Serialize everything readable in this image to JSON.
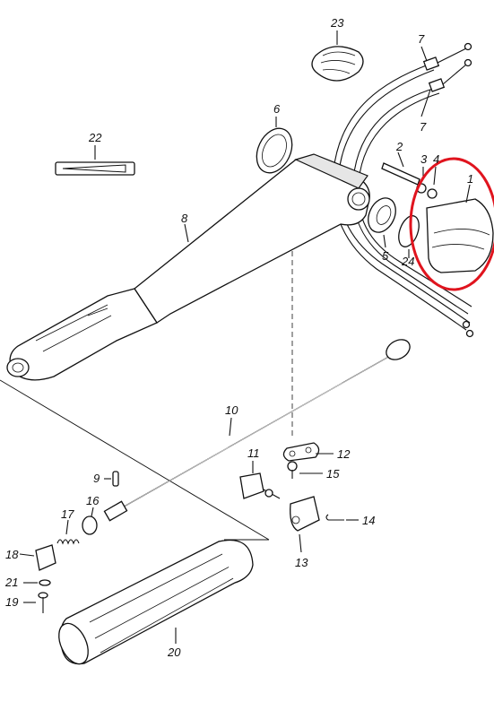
{
  "labels": {
    "p1": "1",
    "p2": "2",
    "p3": "3",
    "p4": "4",
    "p5": "5",
    "p6": "6",
    "p7a": "7",
    "p7b": "7",
    "p8": "8",
    "p9": "9",
    "p10": "10",
    "p11": "11",
    "p12": "12",
    "p13": "13",
    "p14": "14",
    "p15": "15",
    "p16": "16",
    "p17": "17",
    "p18": "18",
    "p19": "19",
    "p20": "20",
    "p21": "21",
    "p22": "22",
    "p23": "23",
    "p24": "24"
  },
  "colors": {
    "line": "#111111",
    "highlight": "#e0141e",
    "background": "#ffffff"
  }
}
